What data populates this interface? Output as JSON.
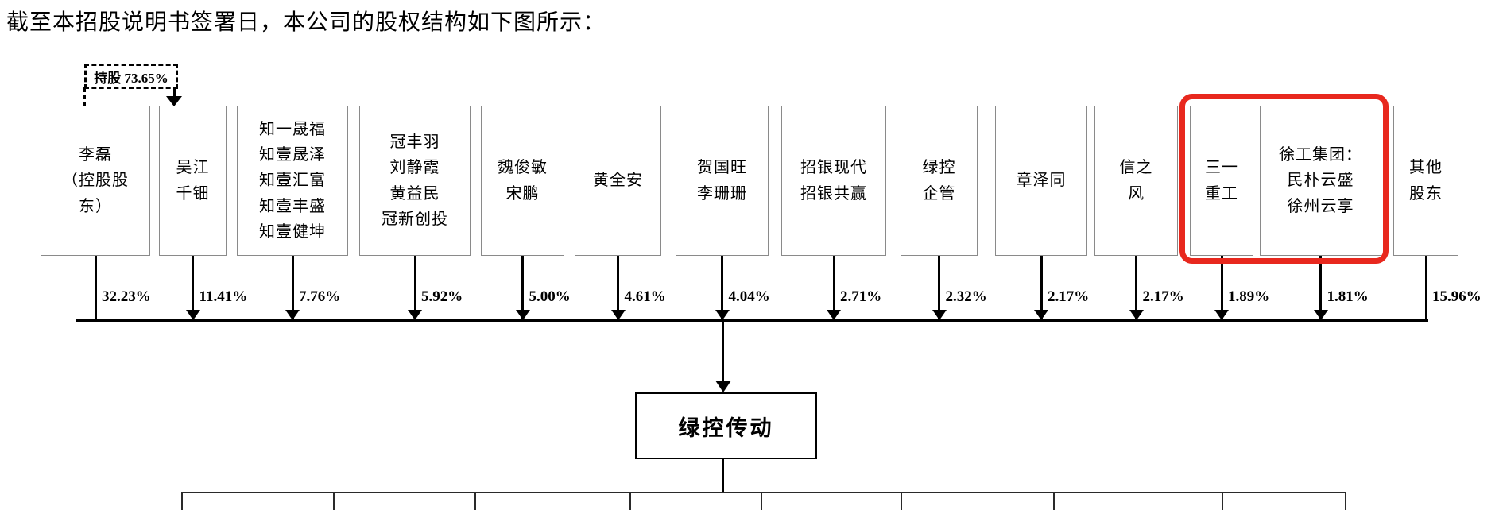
{
  "title": "截至本招股说明书签署日，本公司的股权结构如下图所示：",
  "annotation": {
    "label": "持股 73.65%"
  },
  "company": {
    "name": "绿控传动"
  },
  "accent_color": "#e8281e",
  "shareholders": [
    {
      "name_lines": [
        "李磊",
        "（控股股",
        "东）"
      ],
      "percent": "32.23%",
      "highlighted": false
    },
    {
      "name_lines": [
        "吴江",
        "千钿"
      ],
      "percent": "11.41%",
      "highlighted": false
    },
    {
      "name_lines": [
        "知一晟福",
        "知壹晟泽",
        "知壹汇富",
        "知壹丰盛",
        "知壹健坤"
      ],
      "percent": "7.76%",
      "highlighted": false
    },
    {
      "name_lines": [
        "冠丰羽",
        "刘静霞",
        "黄益民",
        "冠新创投"
      ],
      "percent": "5.92%",
      "highlighted": false
    },
    {
      "name_lines": [
        "魏俊敏",
        "宋鹏"
      ],
      "percent": "5.00%",
      "highlighted": false
    },
    {
      "name_lines": [
        "黄全安"
      ],
      "percent": "4.61%",
      "highlighted": false
    },
    {
      "name_lines": [
        "贺国旺",
        "李珊珊"
      ],
      "percent": "4.04%",
      "highlighted": false
    },
    {
      "name_lines": [
        "招银现代",
        "招银共赢"
      ],
      "percent": "2.71%",
      "highlighted": false
    },
    {
      "name_lines": [
        "绿控",
        "企管"
      ],
      "percent": "2.32%",
      "highlighted": false
    },
    {
      "name_lines": [
        "章泽同"
      ],
      "percent": "2.17%",
      "highlighted": false
    },
    {
      "name_lines": [
        "信之",
        "风"
      ],
      "percent": "2.17%",
      "highlighted": false
    },
    {
      "name_lines": [
        "三一",
        "重工"
      ],
      "percent": "1.89%",
      "highlighted": true
    },
    {
      "name_lines": [
        "徐工集团：",
        "民朴云盛",
        "徐州云享"
      ],
      "percent": "1.81%",
      "highlighted": true
    },
    {
      "name_lines": [
        "其他",
        "股东"
      ],
      "percent": "15.96%",
      "highlighted": false
    }
  ]
}
